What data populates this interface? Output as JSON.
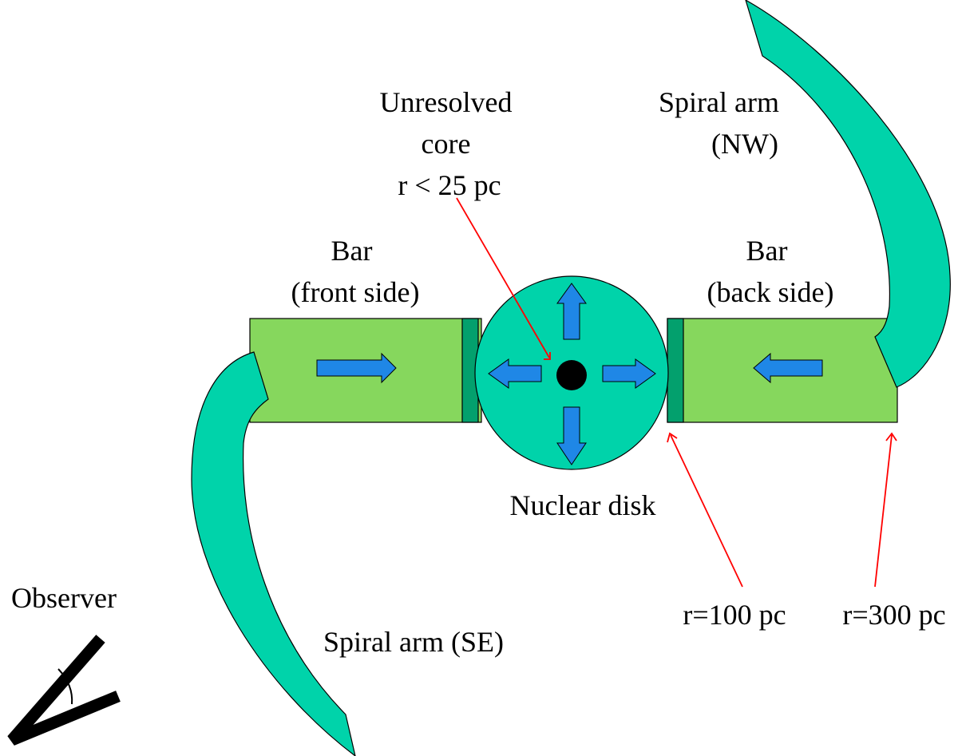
{
  "labels": {
    "unresolved_core": [
      "Unresolved",
      "core",
      "r < 25 pc"
    ],
    "spiral_arm_nw": [
      "Spiral arm",
      "(NW)"
    ],
    "bar_front": [
      "Bar",
      "(front side)"
    ],
    "bar_back": [
      "Bar",
      "(back side)"
    ],
    "nuclear_disk": "Nuclear disk",
    "r100": "r=100 pc",
    "r300": "r=300 pc",
    "spiral_arm_se": "Spiral arm (SE)",
    "observer": "Observer"
  },
  "colors": {
    "spiral_arm": "#00d3aa",
    "bar": "#86d75d",
    "bar_edge": "#03a06d",
    "nuclear_disk": "#00d3aa",
    "flow_arrow": "#1f87e6",
    "core": "#000000",
    "pointer": "#ff0000",
    "observer": "#000000"
  }
}
